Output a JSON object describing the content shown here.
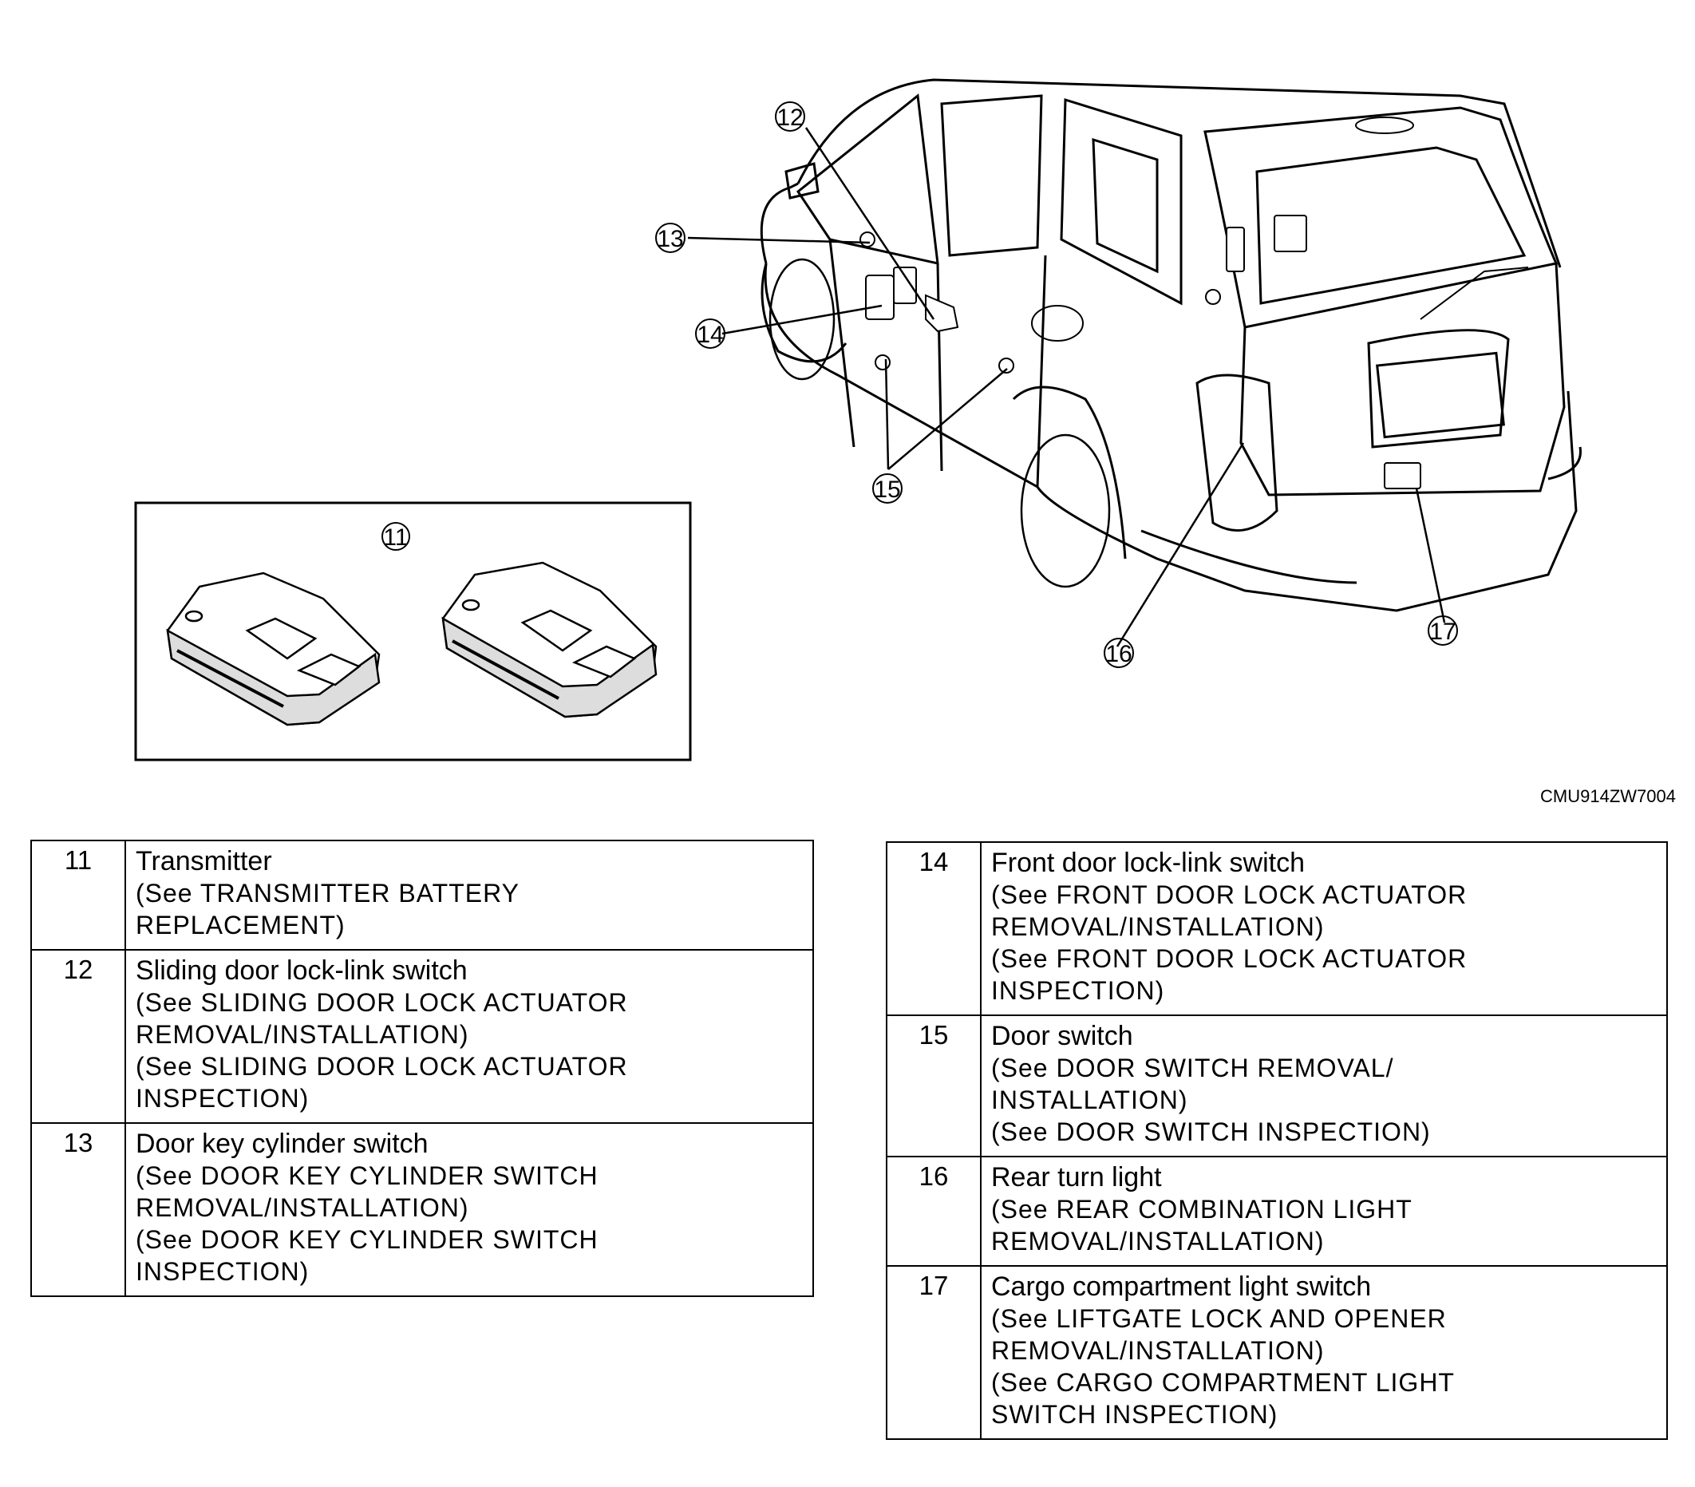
{
  "figure_code": "CMU914ZW7004",
  "callouts": [
    "11",
    "12",
    "13",
    "14",
    "15",
    "16",
    "17"
  ],
  "legend_left": [
    {
      "num": "11",
      "title": "Transmitter",
      "refs": [
        "(See TRANSMITTER BATTERY",
        "REPLACEMENT)"
      ]
    },
    {
      "num": "12",
      "title": "Sliding door lock-link switch",
      "refs": [
        "(See SLIDING DOOR LOCK ACTUATOR",
        "REMOVAL/INSTALLATION)",
        "(See SLIDING DOOR LOCK ACTUATOR",
        "INSPECTION)"
      ]
    },
    {
      "num": "13",
      "title": "Door key cylinder switch",
      "refs": [
        "(See DOOR KEY CYLINDER SWITCH",
        "REMOVAL/INSTALLATION)",
        "(See DOOR KEY CYLINDER SWITCH",
        "INSPECTION)"
      ]
    }
  ],
  "legend_right": [
    {
      "num": "14",
      "title": "Front door lock-link switch",
      "refs": [
        "(See FRONT DOOR LOCK ACTUATOR",
        "REMOVAL/INSTALLATION)",
        "(See FRONT DOOR LOCK ACTUATOR",
        "INSPECTION)"
      ]
    },
    {
      "num": "15",
      "title": "Door switch",
      "refs": [
        "(See DOOR SWITCH REMOVAL/",
        "INSTALLATION)",
        "(See DOOR SWITCH INSPECTION)"
      ]
    },
    {
      "num": "16",
      "title": "Rear turn light",
      "refs": [
        "(See REAR COMBINATION LIGHT",
        "REMOVAL/INSTALLATION)"
      ]
    },
    {
      "num": "17",
      "title": "Cargo compartment light switch",
      "refs": [
        "(See LIFTGATE LOCK AND OPENER",
        "REMOVAL/INSTALLATION)",
        "(See CARGO COMPARTMENT LIGHT",
        "SWITCH INSPECTION)"
      ]
    }
  ]
}
